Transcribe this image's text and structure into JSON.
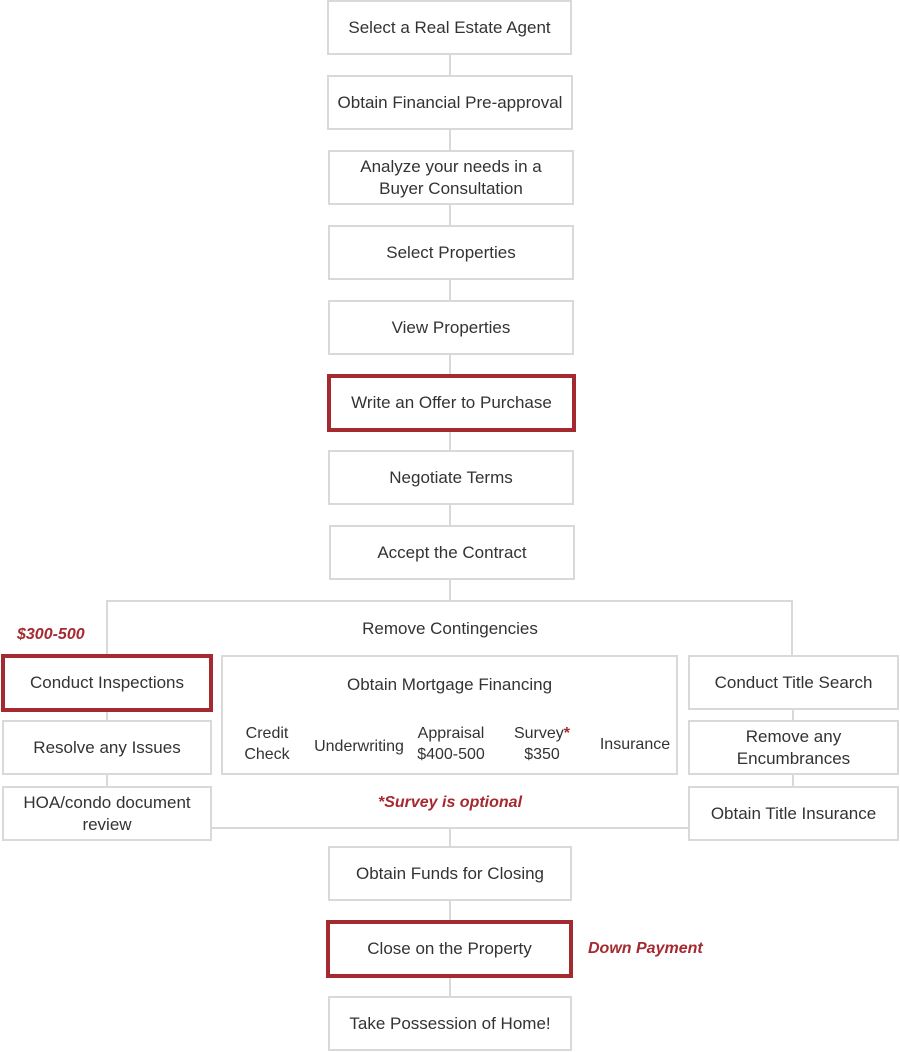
{
  "steps": {
    "agent": "Select a Real Estate Agent",
    "preapproval": "Obtain Financial Pre-approval",
    "needs_line1": "Analyze your needs in a",
    "needs_line2": "Buyer Consultation",
    "select_props": "Select Properties",
    "view_props": "View Properties",
    "offer": "Write an Offer to Purchase",
    "negotiate": "Negotiate Terms",
    "accept": "Accept the Contract",
    "contingencies": "Remove Contingencies",
    "funds": "Obtain Funds for Closing",
    "close": "Close on the Property",
    "possession": "Take Possession of Home!"
  },
  "left_branch": {
    "inspections": "Conduct Inspections",
    "issues": "Resolve any Issues",
    "hoa_line1": "HOA/condo document",
    "hoa_line2": "review"
  },
  "middle_branch": {
    "title": "Obtain Mortgage Financing",
    "credit_line1": "Credit",
    "credit_line2": "Check",
    "underwriting": "Underwriting",
    "appraisal_line1": "Appraisal",
    "appraisal_line2": "$400-500",
    "survey_line1": "Survey",
    "survey_star": "*",
    "survey_line2": "$350",
    "insurance": "Insurance"
  },
  "right_branch": {
    "title_search": "Conduct Title Search",
    "encumbrances_line1": "Remove any",
    "encumbrances_line2": "Encumbrances",
    "title_insurance": "Obtain Title Insurance"
  },
  "notes": {
    "inspection_cost": "$300-500",
    "survey_optional": "*Survey is optional",
    "down_payment": "Down Payment"
  },
  "colors": {
    "highlight": "#a52a2f",
    "border": "#d9d9d9",
    "text": "#333333"
  }
}
